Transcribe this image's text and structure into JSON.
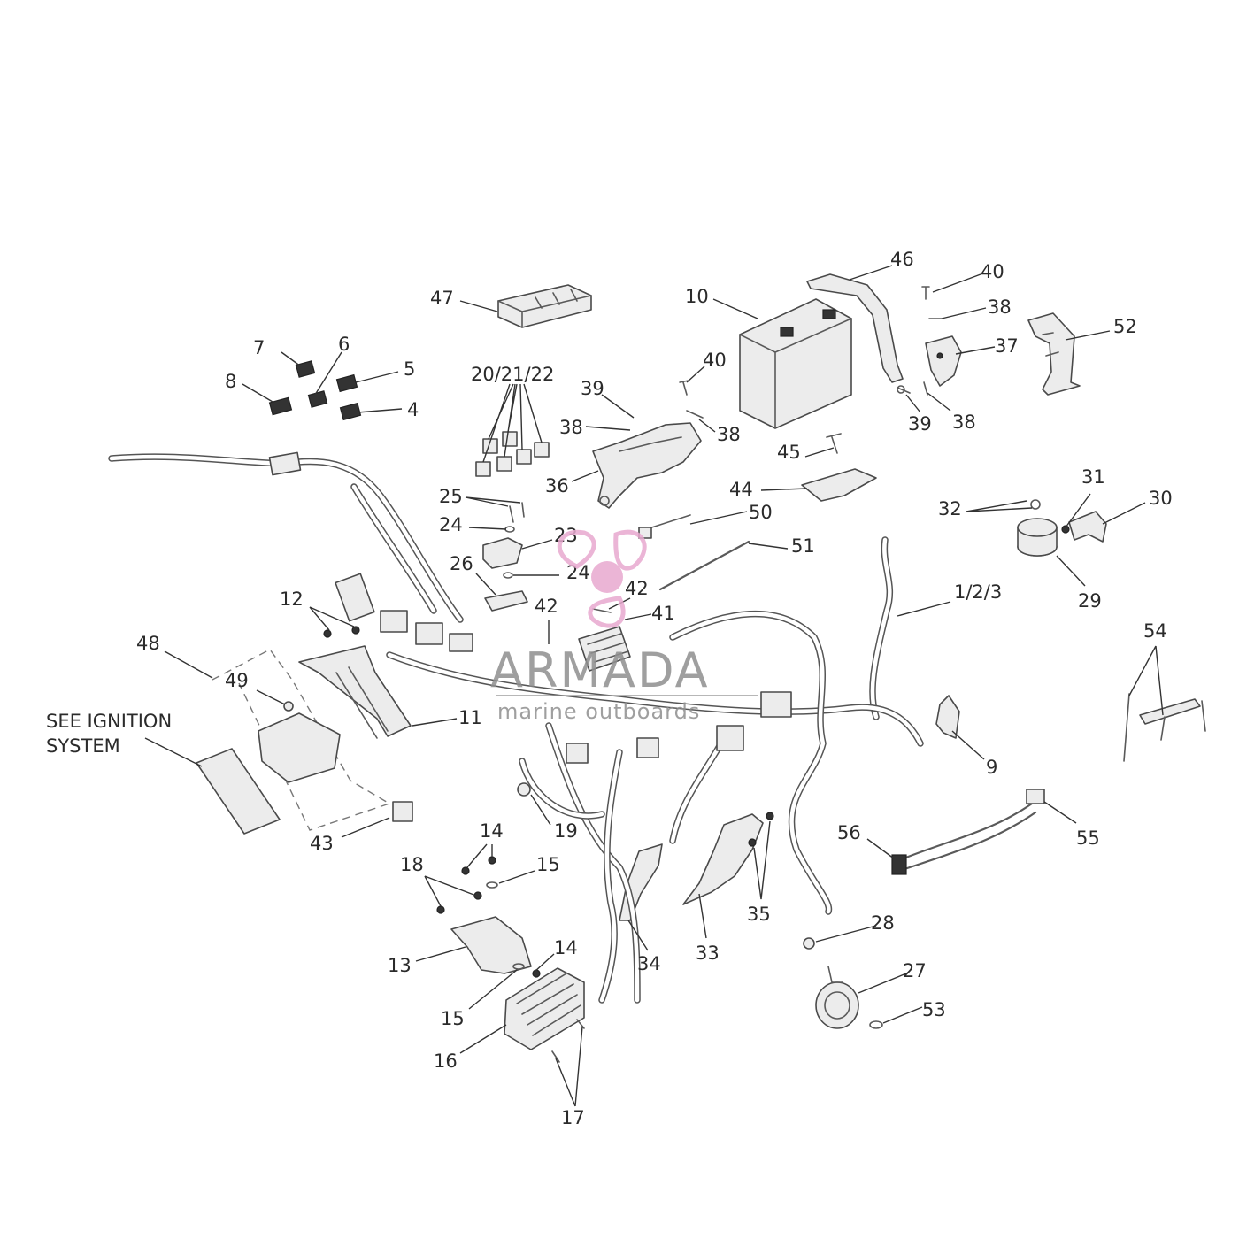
{
  "diagram": {
    "note_lines": [
      "SEE IGNITION",
      "SYSTEM"
    ],
    "callouts": {
      "c1_2_3": "1/2/3",
      "c4": "4",
      "c5": "5",
      "c6": "6",
      "c7": "7",
      "c8": "8",
      "c9": "9",
      "c10": "10",
      "c11": "11",
      "c12": "12",
      "c13": "13",
      "c14a": "14",
      "c14b": "14",
      "c15a": "15",
      "c15b": "15",
      "c16": "16",
      "c17": "17",
      "c18": "18",
      "c19": "19",
      "c20_21_22": "20/21/22",
      "c23": "23",
      "c24a": "24",
      "c24b": "24",
      "c25": "25",
      "c26": "26",
      "c27": "27",
      "c28": "28",
      "c29": "29",
      "c30": "30",
      "c31": "31",
      "c32": "32",
      "c33": "33",
      "c34": "34",
      "c35": "35",
      "c36": "36",
      "c37": "37",
      "c38a": "38",
      "c38b": "38",
      "c38c": "38",
      "c38d": "38",
      "c39a": "39",
      "c39b": "39",
      "c40a": "40",
      "c40b": "40",
      "c41": "41",
      "c42a": "42",
      "c42b": "42",
      "c43": "43",
      "c44": "44",
      "c45": "45",
      "c46": "46",
      "c47": "47",
      "c48": "48",
      "c49": "49",
      "c50": "50",
      "c51": "51",
      "c52": "52",
      "c53": "53",
      "c54": "54",
      "c55": "55",
      "c56": "56"
    }
  },
  "watermark": {
    "title": "ARMADA",
    "subtitle": "marine outboards",
    "logo_color": "#e8a9cf",
    "logo_icon": "propeller-icon"
  },
  "colors": {
    "line": "#5a5a5a",
    "text": "#2b2b2b",
    "background": "#ffffff"
  }
}
